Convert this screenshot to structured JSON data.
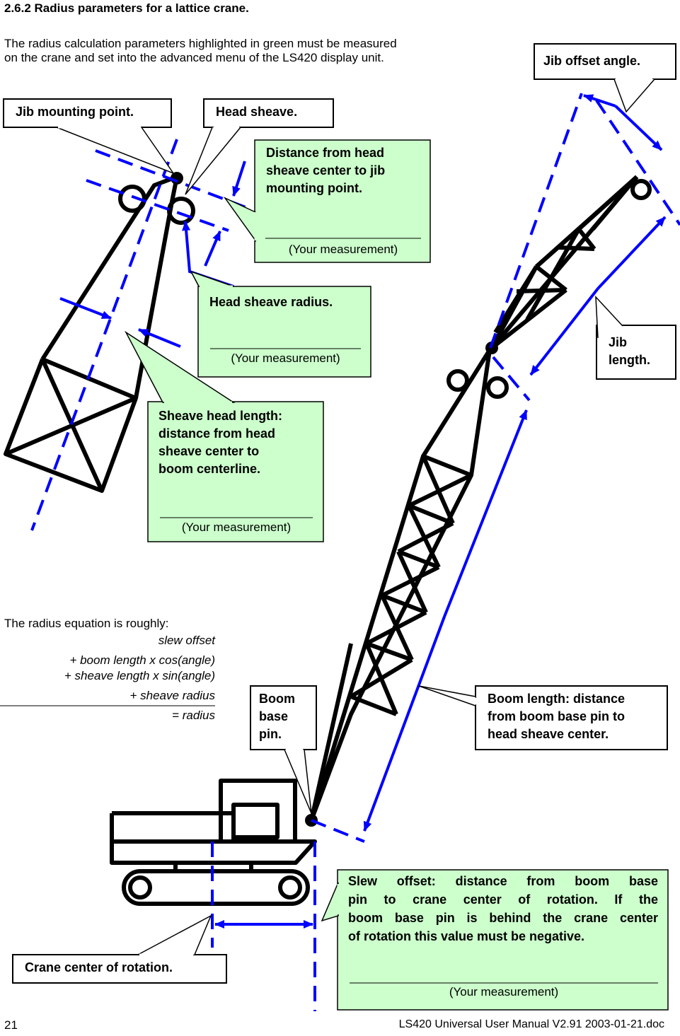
{
  "heading": "2.6.2 Radius parameters for a lattice crane.",
  "intro": {
    "line1": "The radius calculation parameters highlighted in green must be measured",
    "line2": "on the crane and set into the advanced menu of the LS420 display unit."
  },
  "labels": {
    "jib_offset_angle": "Jib offset angle.",
    "jib_mounting_point": "Jib mounting point.",
    "head_sheave": "Head sheave.",
    "jib_length_1": "Jib",
    "jib_length_2": "length.",
    "boom_base_pin_1": "Boom",
    "boom_base_pin_2": "base",
    "boom_base_pin_3": "pin.",
    "boom_length_1": "Boom length: distance",
    "boom_length_2": "from boom base pin to",
    "boom_length_3": "head sheave center.",
    "crane_center": "Crane center of rotation."
  },
  "green_boxes": {
    "distance_head": {
      "line1": "Distance from head",
      "line2": "sheave center to jib",
      "line3": "mounting point.",
      "measurement": "(Your measurement)"
    },
    "head_sheave_radius": {
      "line1": "Head sheave radius.",
      "measurement": "(Your measurement)"
    },
    "sheave_head_length": {
      "line1": "Sheave head length:",
      "line2": "distance from head",
      "line3": "sheave center to",
      "line4": "boom centerline.",
      "measurement": "(Your measurement)"
    },
    "slew_offset": {
      "line1": "Slew  offset:  distance  from  boom  base",
      "line2": "pin  to  crane  center  of  rotation.  If  the",
      "line3": "boom base pin is behind the crane center",
      "line4": "of rotation this value must be negative.",
      "measurement": "(Your measurement)"
    }
  },
  "equation": {
    "intro": "The radius equation is roughly:",
    "term1": "slew offset",
    "term2": "+ boom length x cos(angle)",
    "term3": "+ sheave length x sin(angle)",
    "term4": "+ sheave radius",
    "result": "= radius"
  },
  "footer": {
    "page": "21",
    "doc": "LS420 Universal User Manual V2.91 2003-01-21.doc"
  },
  "colors": {
    "green_fill": "#ccffcc",
    "measure_blue": "#0000ff"
  }
}
